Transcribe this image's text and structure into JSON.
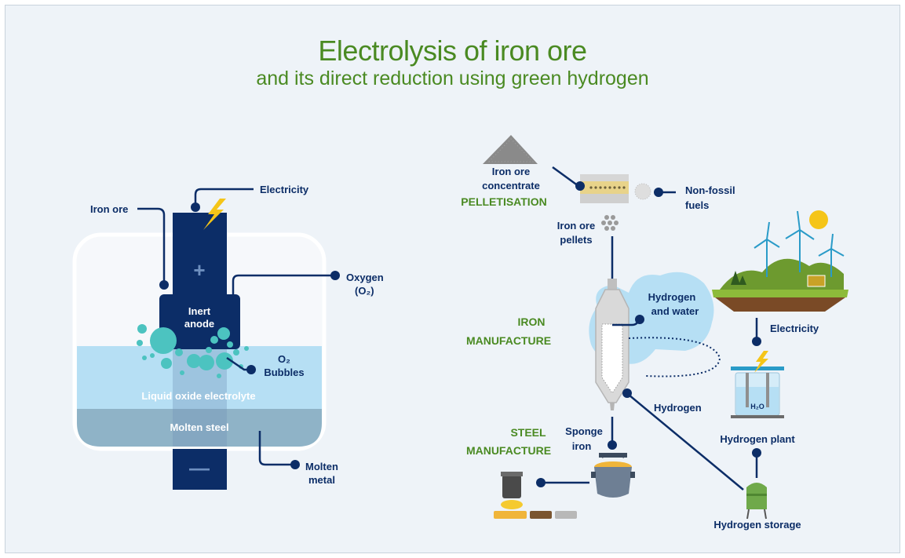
{
  "header": {
    "title": "Electrolysis of iron ore",
    "subtitle": "and its direct reduction using green hydrogen"
  },
  "electrolysis": {
    "electricity": "Electricity",
    "iron_ore": "Iron ore",
    "oxygen_line1": "Oxygen",
    "oxygen_line2": "(O₂)",
    "anode_line1": "Inert",
    "anode_line2": "anode",
    "bubbles_line1": "O₂",
    "bubbles_line2": "Bubbles",
    "electrolyte": "Liquid oxide electrolyte",
    "molten_steel": "Molten steel",
    "molten_metal_line1": "Molten",
    "molten_metal_line2": "metal",
    "plus": "+",
    "minus": "—"
  },
  "process": {
    "concentrate_line1": "Iron ore",
    "concentrate_line2": "concentrate",
    "pelletisation": "PELLETISATION",
    "nonfossil_line1": "Non-fossil",
    "nonfossil_line2": "fuels",
    "pellets_line1": "Iron ore",
    "pellets_line2": "pellets",
    "iron_mfg_line1": "IRON",
    "iron_mfg_line2": "MANUFACTURE",
    "hw_line1": "Hydrogen",
    "hw_line2": "and water",
    "electricity": "Electricity",
    "hydrogen": "Hydrogen",
    "h2o": "H₂O",
    "hydrogen_plant": "Hydrogen plant",
    "steel_mfg_line1": "STEEL",
    "steel_mfg_line2": "MANUFACTURE",
    "sponge_line1": "Sponge",
    "sponge_line2": "iron",
    "hydrogen_storage": "Hydrogen storage"
  },
  "colors": {
    "navy": "#0c2d67",
    "green_title": "#4a8a22",
    "teal_bubbles": "#4cc3c0",
    "electrolyte_blue": "#b6dff4",
    "steel_grey_blue": "#8fb3c7",
    "lightning_yellow": "#f5c518"
  }
}
